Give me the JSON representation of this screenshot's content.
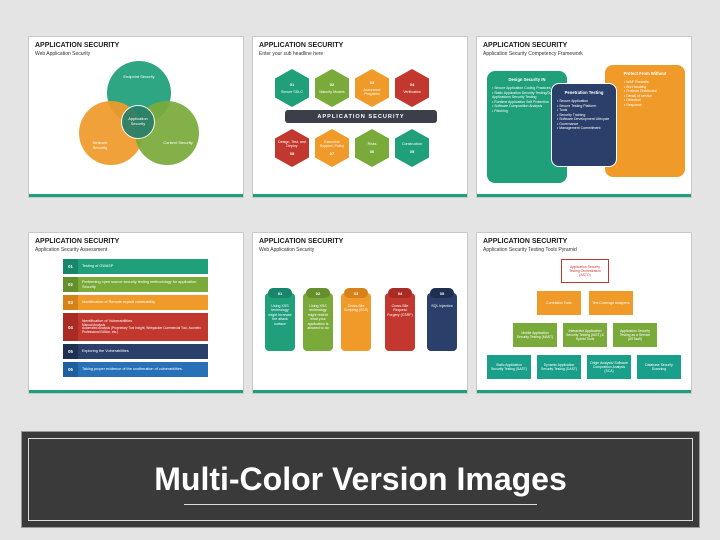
{
  "slide1": {
    "title": "APPLICATION SECURITY",
    "subtitle": "Web Application Security",
    "labels": [
      "Endpoint Security",
      "Network Security",
      "Content Security",
      "Application Security"
    ]
  },
  "slide2": {
    "title": "APPLICATION SECURITY",
    "subtitle": "Enter your sub headline here",
    "band": "APPLICATION SECURITY",
    "top": [
      {
        "num": "01",
        "text": "Secure SDLC"
      },
      {
        "num": "02",
        "text": "Maturity Models"
      },
      {
        "num": "03",
        "text": "Assurance Programs"
      },
      {
        "num": "04",
        "text": "Verification"
      }
    ],
    "bottom": [
      {
        "num": "08",
        "text": "Design, Test, and Deploy"
      },
      {
        "num": "07",
        "text": "Executive Support, Policy"
      },
      {
        "num": "06",
        "text": "Risks"
      },
      {
        "num": "05",
        "text": "Construction"
      }
    ]
  },
  "slide3": {
    "title": "APPLICATION SECURITY",
    "subtitle": "Application Security Competency Framework",
    "left": {
      "heading": "Design Security IN",
      "items": [
        "Secure Application Coding Practices",
        "Static Application Security Testing/Dynamic Applications Security Testing",
        "Runtime Application Self Protection",
        "Software Composition Analysis",
        "Patching"
      ]
    },
    "middle": {
      "heading": "Penetration Testing",
      "items": [
        "Secure Application",
        "Secure Testing Platform",
        "Tools",
        "Security Training",
        "Software Development Lifecycle",
        "Governance",
        "Management Commitment"
      ]
    },
    "right": {
      "heading": "Protect From Without",
      "items": [
        "WAF Firewalls",
        "Bot Handling",
        "Protects Distributed",
        "Denial of service",
        "Detection",
        "Response"
      ]
    }
  },
  "slide4": {
    "title": "APPLICATION SECURITY",
    "subtitle": "Application Security Assessment",
    "rows": [
      {
        "num": "01",
        "text": "Testing of OWASP"
      },
      {
        "num": "02",
        "text": "Performing open source security testing methodology for application Security"
      },
      {
        "num": "03",
        "text": "Identification of Remote exploit vulnerability"
      },
      {
        "num": "04",
        "text": "Identification of Vulnerabilities",
        "sub1": "Manual Analysis",
        "sub2": "Automated Analysis (Proprietary Tool Insight, Webpacker Commercial Tool, Acunetix Professional Edition, etc.)"
      },
      {
        "num": "05",
        "text": "Exploring the Vulnerabilities"
      },
      {
        "num": "06",
        "text": "Taking proper evidence of the confirmation of vulnerabilities."
      }
    ]
  },
  "slide5": {
    "title": "APPLICATION SECURITY",
    "subtitle": "Web Application Security",
    "pillars": [
      {
        "num": "01",
        "text": "Using XSS technology might increase the attack surface"
      },
      {
        "num": "02",
        "text": "Using XSS technology might restrict what your application is allowed to do"
      },
      {
        "num": "03",
        "text": "Cross-Site Scripting (XSS)"
      },
      {
        "num": "04",
        "text": "Cross-Site Request Forgery (CSRF)"
      },
      {
        "num": "05",
        "text": "SQL Injection"
      }
    ]
  },
  "slide6": {
    "title": "APPLICATION SECURITY",
    "subtitle": "Application Security Testing Tools Pyramid",
    "tiers": [
      [
        "Application Security Testing Orchestration (ASTO)"
      ],
      [
        "Correlation Tools",
        "Test Coverage Analyzers"
      ],
      [
        "Mobile Application Security Testing (MAST)",
        "Interactive Application Security Testing (IAST) & Hybrid Tools",
        "Application Security Testing as a Service (ASTaaS)"
      ],
      [
        "Static Application Security Testing (SAST)",
        "Dynamic Application Security Testing (DAST)",
        "Origin Analysis/ Software Composition Analysis (SCA)",
        "Database Security Scanning"
      ]
    ]
  },
  "banner": {
    "text": "Multi-Color Version Images"
  },
  "colors": {
    "green": "#1f9f7a",
    "olive": "#7aaa3a",
    "orange": "#f09a2a",
    "red": "#c2382f",
    "navy": "#2a3f6a",
    "blue": "#2870b8",
    "teal": "#1aa08a",
    "dark": "#3a3f4a"
  }
}
